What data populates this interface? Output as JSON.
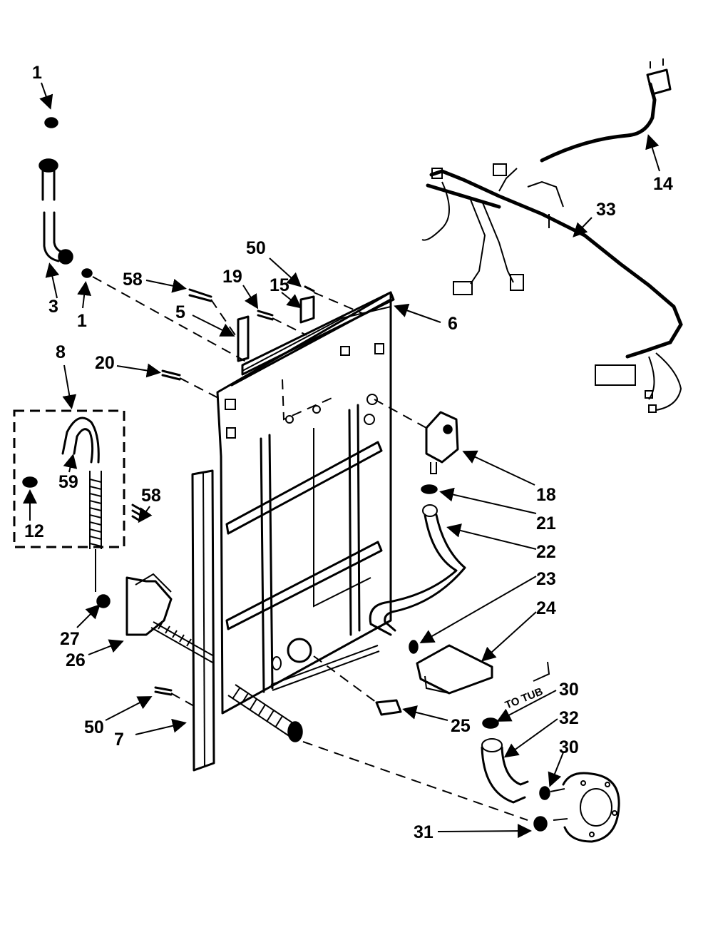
{
  "callouts": {
    "c1_top": "1",
    "c1_mid": "1",
    "c3": "3",
    "c5": "5",
    "c6": "6",
    "c7": "7",
    "c8": "8",
    "c12": "12",
    "c14": "14",
    "c15": "15",
    "c18": "18",
    "c19": "19",
    "c20": "20",
    "c21": "21",
    "c22": "22",
    "c23": "23",
    "c24": "24",
    "c25": "25",
    "c26": "26",
    "c27": "27",
    "c30_upper": "30",
    "c30_lower": "30",
    "c31": "31",
    "c32": "32",
    "c33": "33",
    "c50_upper": "50",
    "c50_lower": "50",
    "c58_upper": "58",
    "c58_lower": "58",
    "c59": "59"
  },
  "annotations": {
    "to_tub": "TO TUB"
  },
  "colors": {
    "line": "#000000",
    "background": "#ffffff"
  }
}
